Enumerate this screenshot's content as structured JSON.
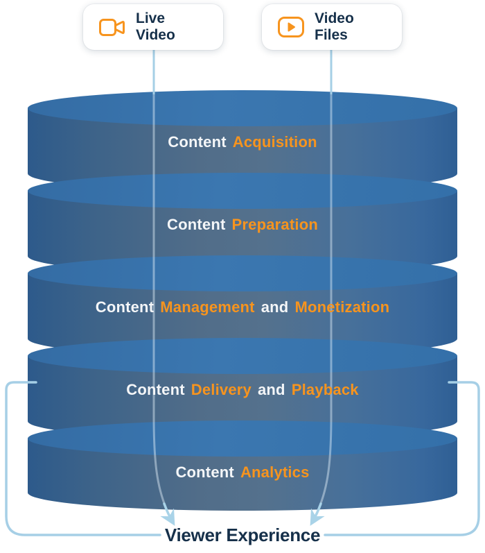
{
  "title": "Video streaming content workflow diagram",
  "colors": {
    "orange": "#F7941E",
    "navy": "#16304A",
    "line_blue": "#A6CFE6",
    "cyl_top": "#3470A9",
    "bg": "#FFFFFF"
  },
  "sources": [
    {
      "label": "Live Video",
      "icon": "video-camera-icon"
    },
    {
      "label": "Video Files",
      "icon": "video-play-icon"
    }
  ],
  "layers": [
    {
      "part1": "Content",
      "part2": "Acquisition",
      "part3": "",
      "part4": ""
    },
    {
      "part1": "Content",
      "part2": "Preparation",
      "part3": "",
      "part4": ""
    },
    {
      "part1": "Content",
      "part2": "Management",
      "part3": "and",
      "part4": "Monetization"
    },
    {
      "part1": "Content",
      "part2": "Delivery",
      "part3": "and",
      "part4": "Playback"
    },
    {
      "part1": "Content",
      "part2": "Analytics",
      "part3": "",
      "part4": ""
    }
  ],
  "output": {
    "label": "Viewer Experience"
  }
}
